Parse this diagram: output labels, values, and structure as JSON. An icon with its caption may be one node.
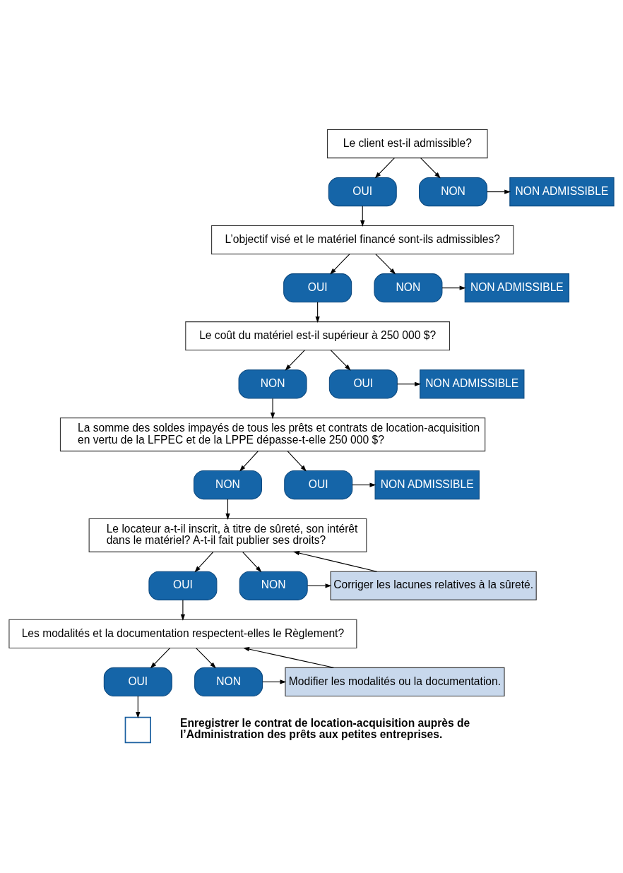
{
  "diagram": {
    "nodes": [
      {
        "text": [
          "Le client est-il admissible?"
        ]
      },
      {
        "text": [
          "OUI"
        ]
      },
      {
        "text": [
          "NON"
        ]
      },
      {
        "text": [
          "NON ADMISSIBLE"
        ]
      },
      {
        "text": [
          "L’objectif visé et le matériel financé sont-ils admissibles?"
        ]
      },
      {
        "text": [
          "OUI"
        ]
      },
      {
        "text": [
          "NON"
        ]
      },
      {
        "text": [
          "NON ADMISSIBLE"
        ]
      },
      {
        "text": [
          "Le coût du matériel est-il supérieur à 250 000 $?"
        ]
      },
      {
        "text": [
          "NON"
        ]
      },
      {
        "text": [
          "OUI"
        ]
      },
      {
        "text": [
          "NON ADMISSIBLE"
        ]
      },
      {
        "text": [
          "La somme des soldes impayés de tous les prêts et contrats de location-acquisition en vertu de la LFPEC et de la LPPE dépasse-t-elle 250 000 $?"
        ]
      },
      {
        "text": [
          "NON"
        ]
      },
      {
        "text": [
          "OUI"
        ]
      },
      {
        "text": [
          "NON ADMISSIBLE"
        ]
      },
      {
        "text": [
          "Le locateur a-t-il inscrit, à titre de sûreté, son intérêt dans le matériel? A-t-il fait publier ses droits?"
        ]
      },
      {
        "text": [
          "OUI"
        ]
      },
      {
        "text": [
          "NON"
        ]
      },
      {
        "text": [
          "Corriger les lacunes relatives à la sûreté."
        ]
      },
      {
        "text": [
          "Les modalités et la documentation respectent-elles le Règlement?"
        ]
      },
      {
        "text": [
          "OUI"
        ]
      },
      {
        "text": [
          "NON"
        ]
      },
      {
        "text": [
          "Modifier les modalités ou la documentation."
        ]
      },
      {
        "text": [],
        "shape": "box",
        "beside": [
          "Enregistrer le contrat de location-acquisition auprès de l’Administration des prêts aux petites entreprises."
        ]
      }
    ],
    "edges": [
      {
        "from": 0,
        "to": 1,
        "arrow": "to"
      },
      {
        "from": 0,
        "to": 2,
        "arrow": "to"
      },
      {
        "from": 2,
        "to": 3,
        "arrow": "to"
      },
      {
        "from": 1,
        "to": 4,
        "arrow": "to"
      },
      {
        "from": 4,
        "to": 5,
        "arrow": "to"
      },
      {
        "from": 4,
        "to": 6,
        "arrow": "to"
      },
      {
        "from": 6,
        "to": 7,
        "arrow": "to"
      },
      {
        "from": 5,
        "to": 8,
        "arrow": "to"
      },
      {
        "from": 8,
        "to": 9,
        "arrow": "to"
      },
      {
        "from": 8,
        "to": 10,
        "arrow": "to"
      },
      {
        "from": 10,
        "to": 11,
        "arrow": "to"
      },
      {
        "from": 9,
        "to": 12,
        "arrow": "to"
      },
      {
        "from": 12,
        "to": 13,
        "arrow": "to"
      },
      {
        "from": 12,
        "to": 14,
        "arrow": "to"
      },
      {
        "from": 14,
        "to": 15,
        "arrow": "to"
      },
      {
        "from": 13,
        "to": 16,
        "arrow": "to"
      },
      {
        "from": 16,
        "to": 17,
        "arrow": "to"
      },
      {
        "from": 16,
        "to": 18,
        "arrow": "to"
      },
      {
        "from": 18,
        "to": 19,
        "arrow": "to"
      },
      {
        "from": 19,
        "to": 16,
        "arrow": "to"
      },
      {
        "from": 17,
        "to": 20,
        "arrow": "to"
      },
      {
        "from": 20,
        "to": 21,
        "arrow": "to"
      },
      {
        "from": 20,
        "to": 22,
        "arrow": "to"
      },
      {
        "from": 22,
        "to": 23,
        "arrow": "to"
      },
      {
        "from": 23,
        "to": 20,
        "arrow": "to"
      },
      {
        "from": 21,
        "to": 24,
        "arrow": "to"
      }
    ]
  }
}
